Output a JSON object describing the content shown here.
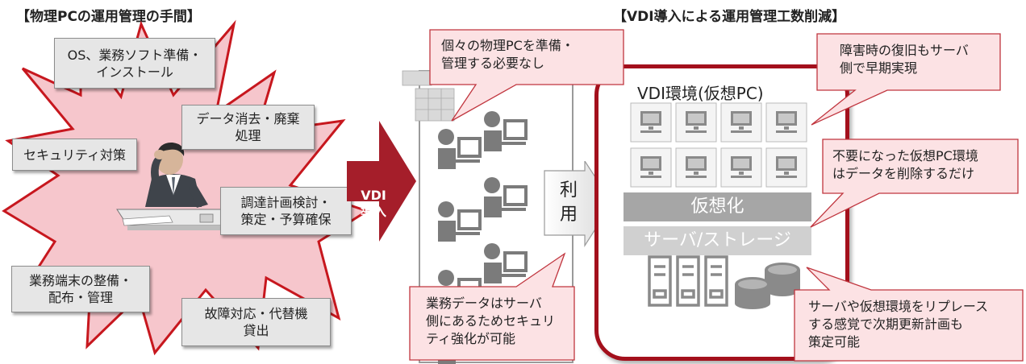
{
  "left_title": "【物理PCの運用管理の手間】",
  "right_title": "【VDI導入による運用管理工数削減】",
  "left_boxes": {
    "os": [
      "OS、業務ソフト準備・",
      "インストール"
    ],
    "data_erase": [
      "データ消去・廃棄",
      "処理"
    ],
    "security": [
      "セキュリティ対策"
    ],
    "procurement": [
      "調達計画検討・",
      "策定・予算確保"
    ],
    "terminal": [
      "業務端末の整備・",
      "配布・管理"
    ],
    "failure": [
      "故障対応・代替機",
      "貸出"
    ]
  },
  "arrow_label": [
    "VDI",
    "導入"
  ],
  "use_label": [
    "利",
    "用"
  ],
  "vdi_env_label": "VDI環境(仮想PC)",
  "virtualization_label": "仮想化",
  "storage_label": "サーバ/ストレージ",
  "callouts": {
    "no_prep": [
      "個々の物理PCを準備・",
      "管理する必要なし"
    ],
    "recovery": [
      "障害時の復旧もサーバ",
      "側で早期実現"
    ],
    "delete_only": [
      "不要になった仮想PC環境",
      "はデータを削除するだけ"
    ],
    "data_security": [
      "業務データはサーバ",
      "側にあるためセキュリ",
      "ティ強化が可能"
    ],
    "replace": [
      "サーバや仮想環境をリプレース",
      "する感覚で次期更新計画も",
      "策定可能"
    ]
  },
  "colors": {
    "burst_fill": "#f6c6cc",
    "burst_stroke": "#c7171e",
    "arrow": "#a51e2a",
    "frame": "#a3101c",
    "callout_fill": "#fce2e4",
    "callout_stroke": "#c0353e",
    "box_fill": "#e6e6e6"
  }
}
